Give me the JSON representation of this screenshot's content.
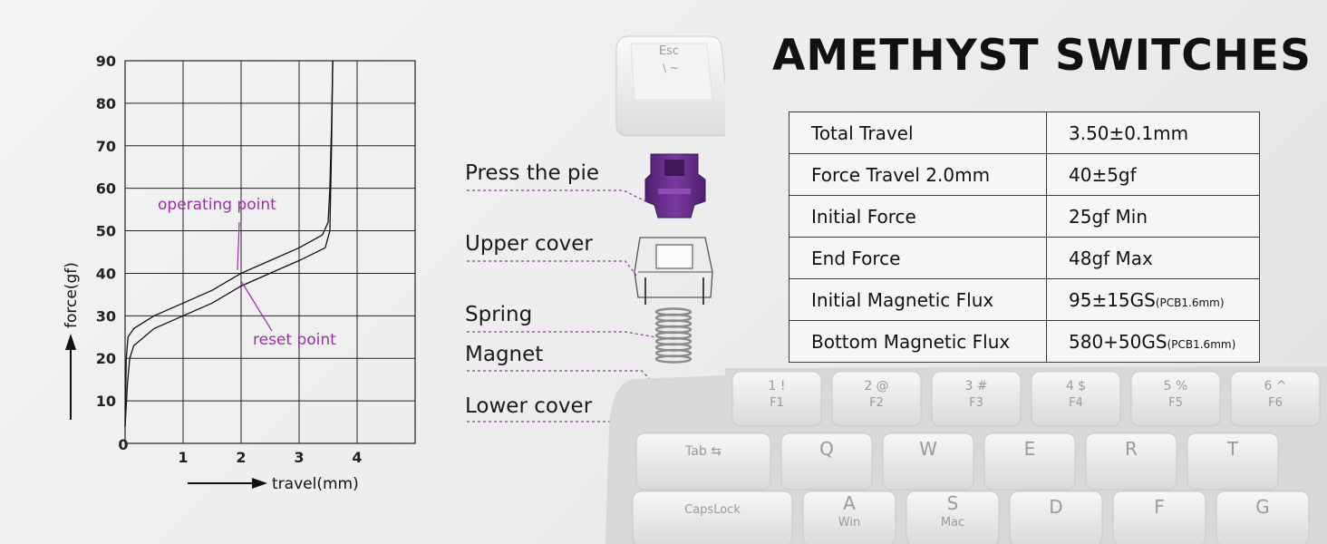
{
  "chart_data": {
    "type": "line",
    "xlabel": "travel(mm)",
    "ylabel": "force(gf)",
    "xlim": [
      0,
      5
    ],
    "ylim": [
      0,
      90
    ],
    "x_ticks": [
      "0",
      "1",
      "2",
      "3",
      "4"
    ],
    "y_ticks": [
      "10",
      "20",
      "30",
      "40",
      "50",
      "60",
      "70",
      "80",
      "90"
    ],
    "grid": true,
    "series": [
      {
        "x": [
          0.0,
          0.02,
          0.05,
          0.15,
          0.5,
          1.0,
          1.5,
          2.0,
          2.5,
          3.0,
          3.4,
          3.5,
          3.53,
          3.56,
          3.58
        ],
        "y": [
          4,
          20,
          25,
          27,
          30,
          33,
          36,
          40,
          43,
          46,
          49,
          52,
          60,
          75,
          90
        ]
      },
      {
        "x": [
          0.0,
          0.04,
          0.08,
          0.15,
          0.5,
          1.0,
          1.5,
          2.0,
          2.5,
          3.0,
          3.45,
          3.53,
          3.56,
          3.58
        ],
        "y": [
          4,
          14,
          20,
          23,
          27,
          30,
          33,
          37,
          40,
          43,
          46,
          50,
          70,
          90
        ]
      }
    ],
    "annotations": [
      {
        "text": "operating point",
        "x": 2.0,
        "y": 40
      },
      {
        "text": "reset point",
        "x": 2.1,
        "y": 37
      }
    ]
  },
  "title": "AMETHYST SWITCHES",
  "specs": [
    {
      "name": "Total Travel",
      "value": "3.50±0.1mm",
      "note": ""
    },
    {
      "name": "Force Travel 2.0mm",
      "value": "40±5gf",
      "note": ""
    },
    {
      "name": "Initial Force",
      "value": "25gf Min",
      "note": ""
    },
    {
      "name": "End Force",
      "value": "48gf Max",
      "note": ""
    },
    {
      "name": "Initial Magnetic Flux",
      "value": "95±15GS",
      "note": "(PCB1.6mm)"
    },
    {
      "name": "Bottom Magnetic Flux",
      "value": "580+50GS",
      "note": "(PCB1.6mm)"
    }
  ],
  "parts": [
    "Press the pie",
    "Upper cover",
    "Spring",
    "Magnet",
    "Lower cover"
  ],
  "colors": {
    "accent": "#9a2fa8",
    "stem": "#6a2f8e"
  },
  "keycap": {
    "top": "Esc",
    "bottom": "\\ ~"
  },
  "keyboard": {
    "row1": [
      {
        "top": "1 !",
        "bottom": "F1"
      },
      {
        "top": "2 @",
        "bottom": "F2"
      },
      {
        "top": "3 #",
        "bottom": "F3"
      },
      {
        "top": "4 $",
        "bottom": "F4"
      },
      {
        "top": "5 %",
        "bottom": "F5"
      },
      {
        "top": "6 ^",
        "bottom": "F6"
      }
    ],
    "row2": [
      "Tab ⇆",
      "Q",
      "W",
      "E",
      "R",
      "T"
    ],
    "row3": [
      {
        "top": "CapsLock",
        "bottom": ""
      },
      {
        "top": "A",
        "bottom": "Win"
      },
      {
        "top": "S",
        "bottom": "Mac"
      },
      {
        "top": "D",
        "bottom": ""
      },
      {
        "top": "F",
        "bottom": ""
      },
      {
        "top": "G",
        "bottom": ""
      }
    ]
  }
}
